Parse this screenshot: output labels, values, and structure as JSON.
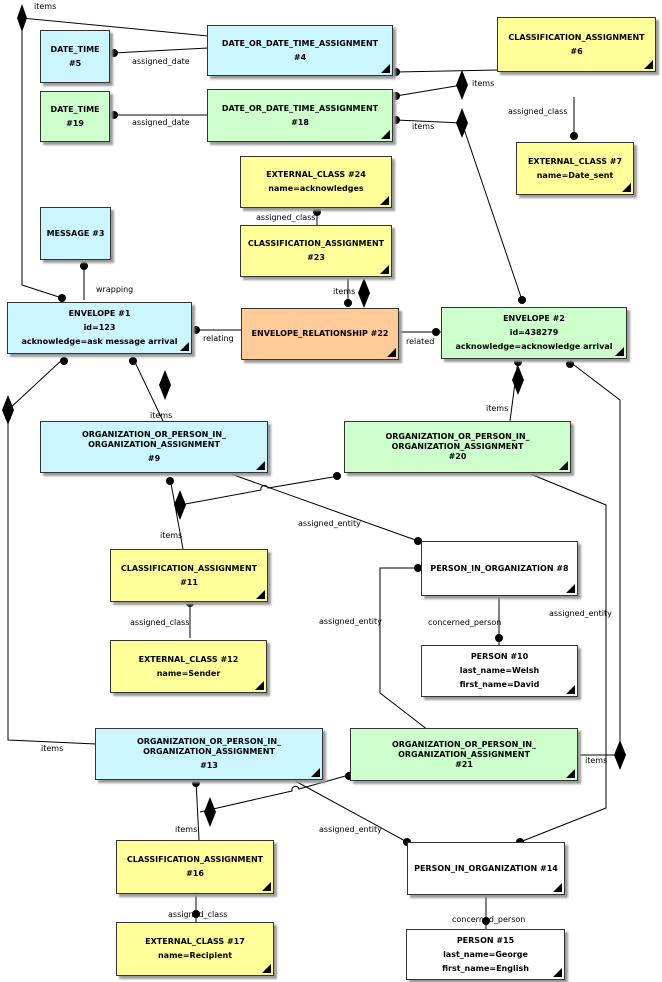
{
  "nodes": {
    "date_time_5": [
      "DATE_TIME",
      "#5"
    ],
    "dodta_4": [
      "DATE_OR_DATE_TIME_ASSIGNMENT",
      "#4"
    ],
    "ca_6": [
      "CLASSIFICATION_ASSIGNMENT",
      "#6"
    ],
    "date_time_19": [
      "DATE_TIME",
      "#19"
    ],
    "dodta_18": [
      "DATE_OR_DATE_TIME_ASSIGNMENT",
      "#18"
    ],
    "ec_7": [
      "EXTERNAL_CLASS #7",
      "name=Date_sent"
    ],
    "ec_24": [
      "EXTERNAL_CLASS #24",
      "name=acknowledges"
    ],
    "message_3": [
      "MESSAGE #3"
    ],
    "ca_23": [
      "CLASSIFICATION_ASSIGNMENT",
      "#23"
    ],
    "envelope_1": [
      "ENVELOPE #1",
      "id=123",
      "acknowledge=ask message arrival"
    ],
    "er_22": [
      "ENVELOPE_RELATIONSHIP #22"
    ],
    "envelope_2": [
      "ENVELOPE #2",
      "id=438279",
      "acknowledge=acknowledge arrival"
    ],
    "opioa_9": [
      "ORGANIZATION_OR_PERSON_IN_",
      "ORGANIZATION_ASSIGNMENT",
      "#9"
    ],
    "opioa_20": [
      "ORGANIZATION_OR_PERSON_IN_",
      "ORGANIZATION_ASSIGNMENT",
      "#20"
    ],
    "ca_11": [
      "CLASSIFICATION_ASSIGNMENT",
      "#11"
    ],
    "pio_8": [
      "PERSON_IN_ORGANIZATION #8"
    ],
    "ec_12": [
      "EXTERNAL_CLASS #12",
      "name=Sender"
    ],
    "person_10": [
      "PERSON #10",
      "last_name=Welsh",
      "first_name=David"
    ],
    "opioa_13": [
      "ORGANIZATION_OR_PERSON_IN_",
      "ORGANIZATION_ASSIGNMENT",
      "#13"
    ],
    "opioa_21": [
      "ORGANIZATION_OR_PERSON_IN_",
      "ORGANIZATION_ASSIGNMENT",
      "#21"
    ],
    "ca_16": [
      "CLASSIFICATION_ASSIGNMENT",
      "#16"
    ],
    "pio_14": [
      "PERSON_IN_ORGANIZATION #14"
    ],
    "ec_17": [
      "EXTERNAL_CLASS #17",
      "name=Recipient"
    ],
    "person_15": [
      "PERSON #15",
      "last_name=George",
      "first_name=English"
    ]
  },
  "edge_labels": {
    "items_top": "items",
    "assigned_date_4": "assigned_date",
    "assigned_date_18": "assigned_date",
    "items_6a": "items",
    "items_6b": "items",
    "assigned_class_6": "assigned_class",
    "assigned_class_23": "assigned_class",
    "wrapping": "wrapping",
    "items_23": "items",
    "relating": "relating",
    "related": "related",
    "items_9": "items",
    "items_20": "items",
    "items_11": "items",
    "assigned_entity_9": "assigned_entity",
    "assigned_entity_21": "assigned_entity",
    "assigned_entity_20": "assigned_entity",
    "assigned_class_11": "assigned_class",
    "concerned_person_8": "concerned_person",
    "items_13": "items",
    "items_21": "items",
    "items_16": "items",
    "assigned_entity_13": "assigned_entity",
    "assigned_class_16": "assigned_class",
    "concerned_person_14": "concerned_person"
  },
  "colors": {
    "blue": "#ccf6ff",
    "green": "#ccffcc",
    "yellow": "#ffff99",
    "orange": "#ffcc99",
    "white": "#ffffff"
  }
}
